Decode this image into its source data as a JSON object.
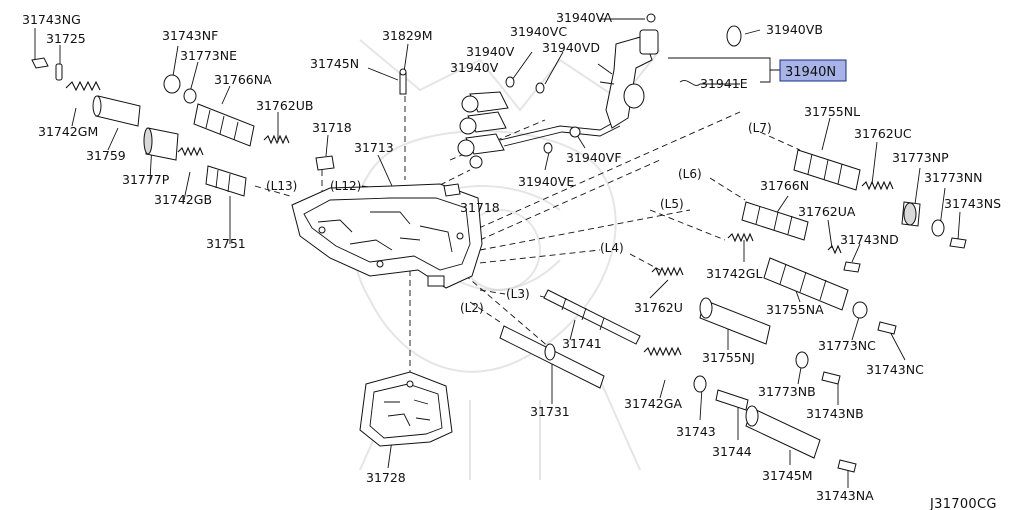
{
  "diagram_code": "J31700CG",
  "highlighted_part": "31940N",
  "colors": {
    "highlight_fill": "#a8b4e8",
    "highlight_border": "#1a2a8a",
    "line": "#111111",
    "watermark": "#cfcfcf"
  },
  "lanes": [
    "(L2)",
    "(L3)",
    "(L4)",
    "(L5)",
    "(L6)",
    "(L7)",
    "(L12)",
    "(L13)"
  ],
  "parts": [
    "31743NG",
    "31725",
    "31742GM",
    "31759",
    "31743NF",
    "31773NE",
    "31766NA",
    "31777P",
    "31742GB",
    "31751",
    "31762UB",
    "31718",
    "31745N",
    "31829M",
    "31713",
    "31718",
    "31940V",
    "31940V",
    "31940VC",
    "31940VD",
    "31940VA",
    "31940VB",
    "31941E",
    "31940VF",
    "31940VE",
    "31755NL",
    "31762UC",
    "31773NP",
    "31773NN",
    "31743NS",
    "31766N",
    "31762UA",
    "31743ND",
    "31742GL",
    "31755NA",
    "31762U",
    "31773NC",
    "31743NC",
    "31741",
    "31755NJ",
    "31731",
    "31742GA",
    "31743",
    "31773NB",
    "31743NB",
    "31744",
    "31745M",
    "31743NA",
    "31728"
  ]
}
